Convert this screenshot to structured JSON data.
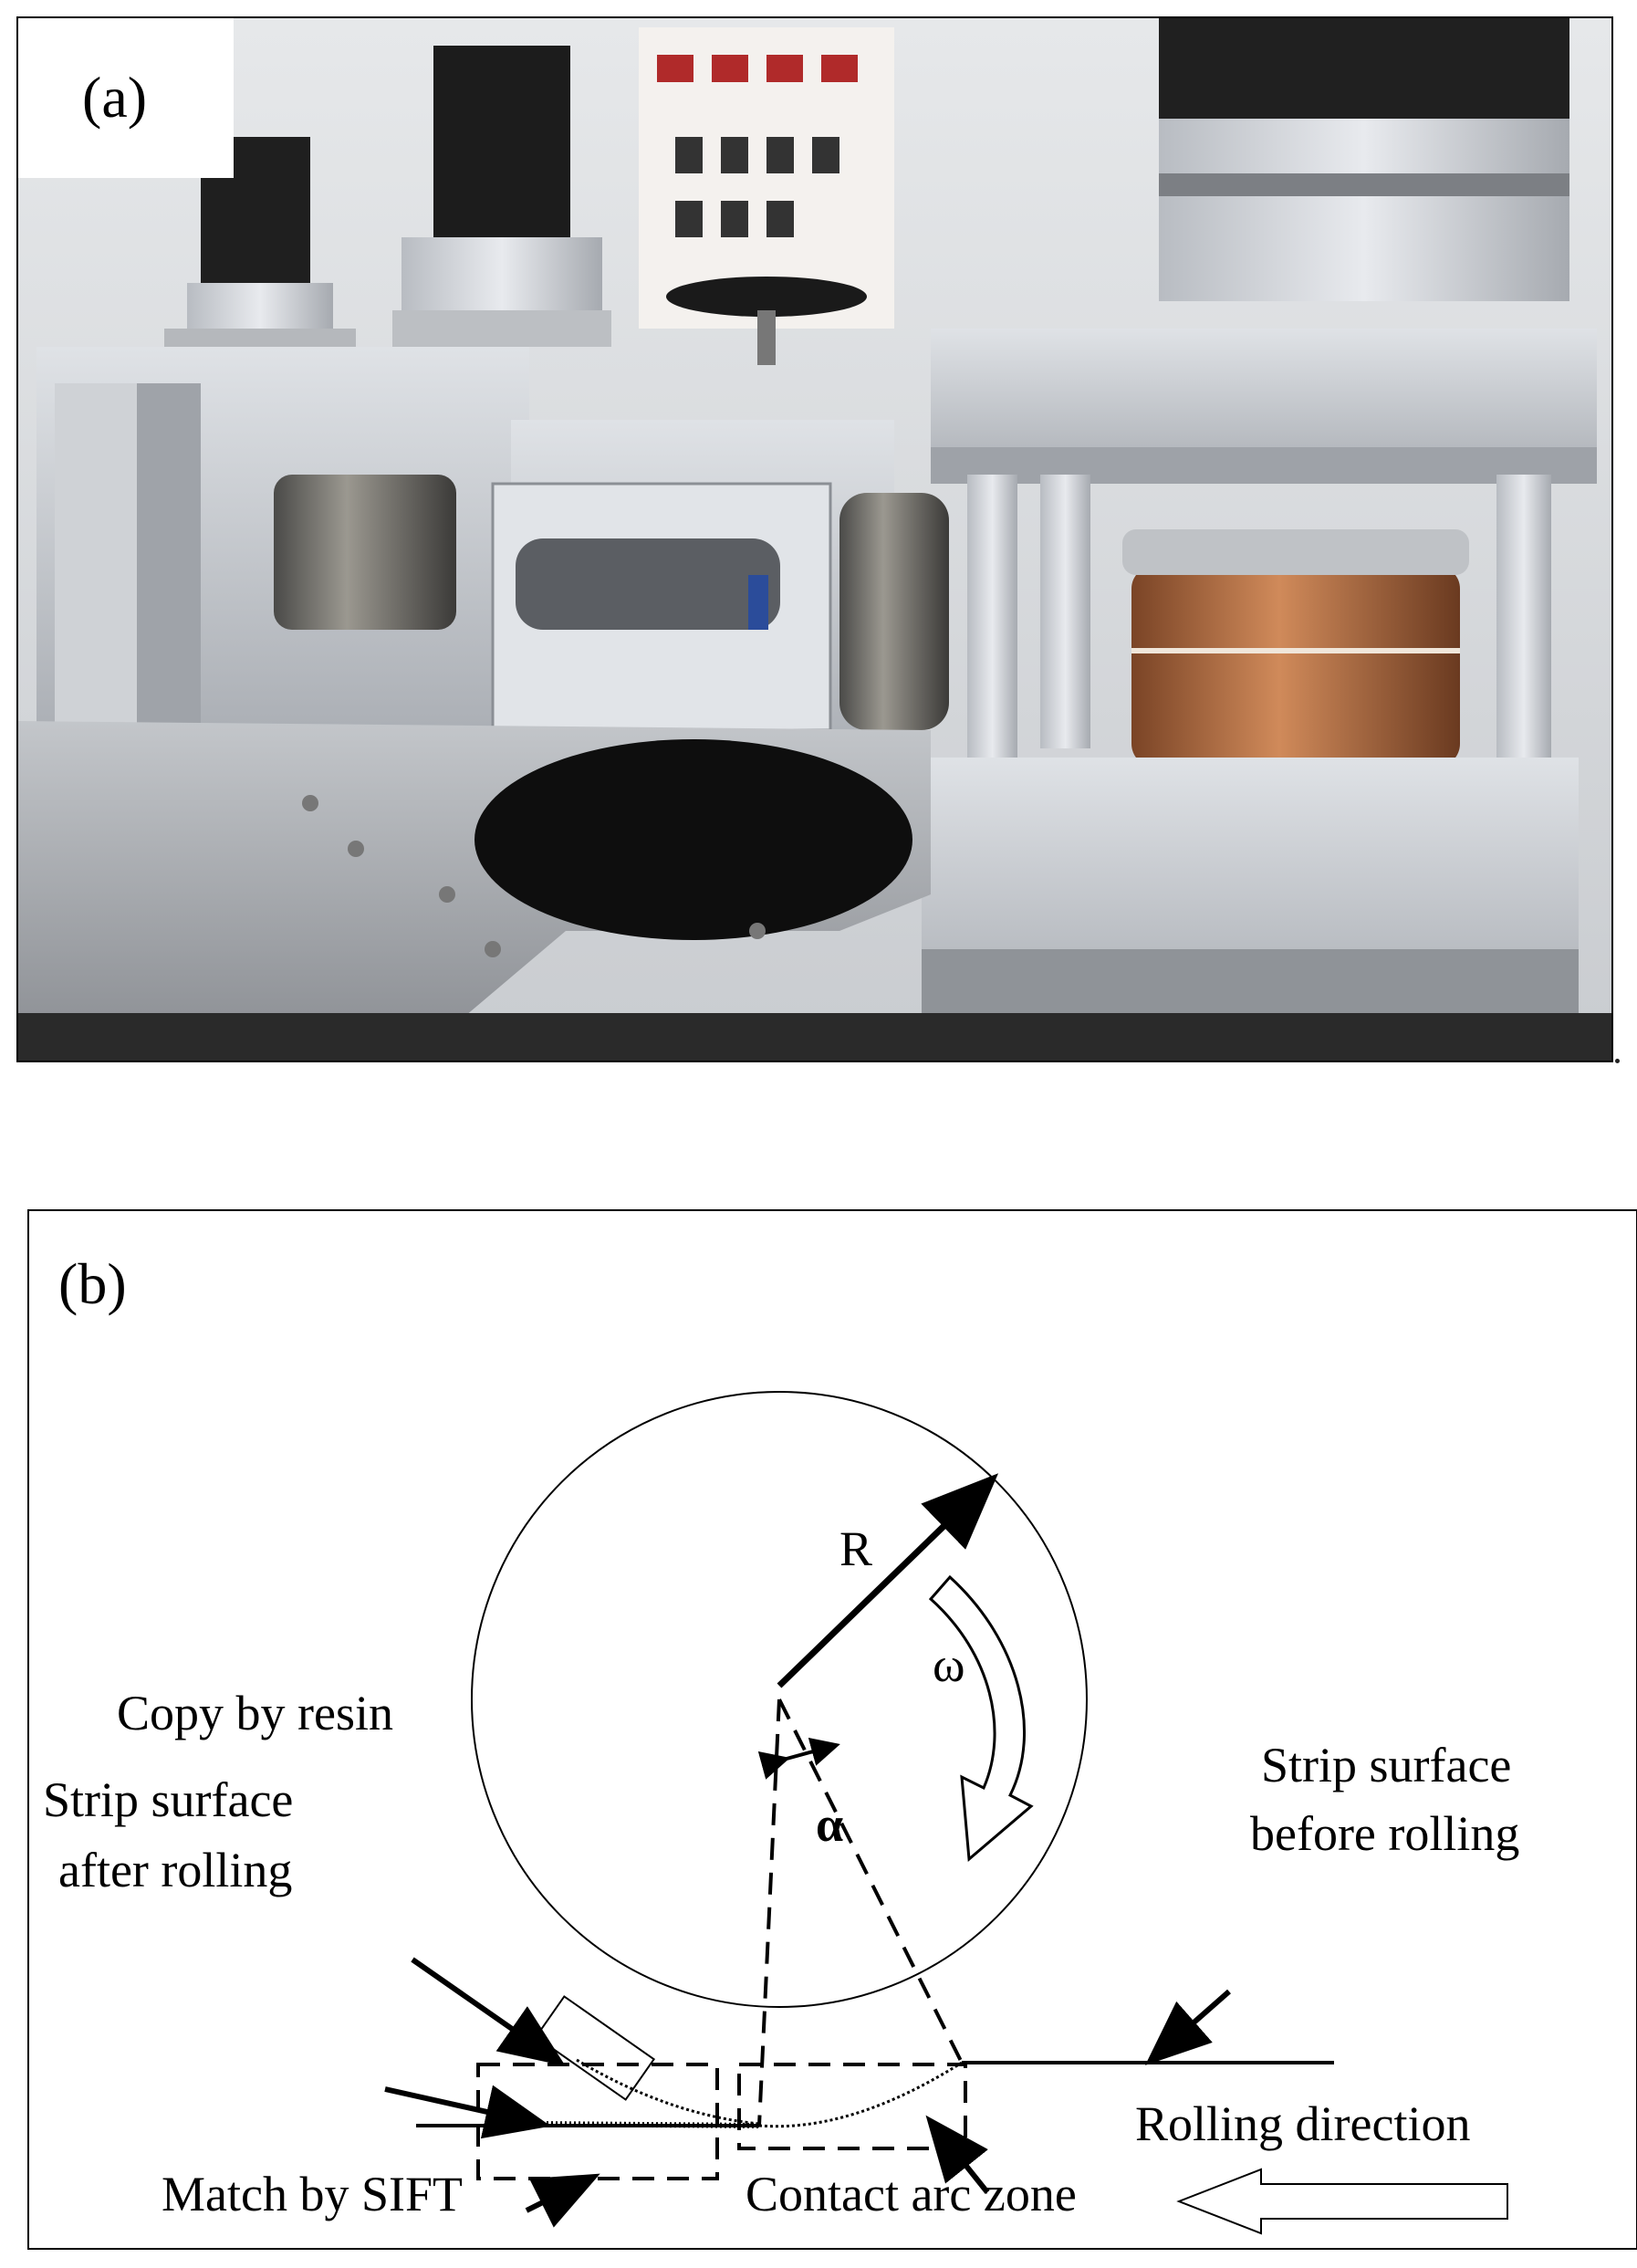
{
  "figure": {
    "panel_a": {
      "label": "(a)",
      "photo_description_name": "rolling-mill-test-rig-photo"
    },
    "panel_b": {
      "label": "(b)",
      "labels": {
        "radius": "R",
        "angular_velocity": "ω",
        "angle": "α",
        "copy_by_resin": "Copy by resin",
        "strip_after_line1": "Strip surface",
        "strip_after_line2": "after rolling",
        "match_by_sift": "Match by SIFT",
        "contact_arc_zone": "Contact arc zone",
        "strip_before_line1": "Strip surface",
        "strip_before_line2": "before rolling",
        "rolling_direction": "Rolling direction"
      }
    }
  }
}
